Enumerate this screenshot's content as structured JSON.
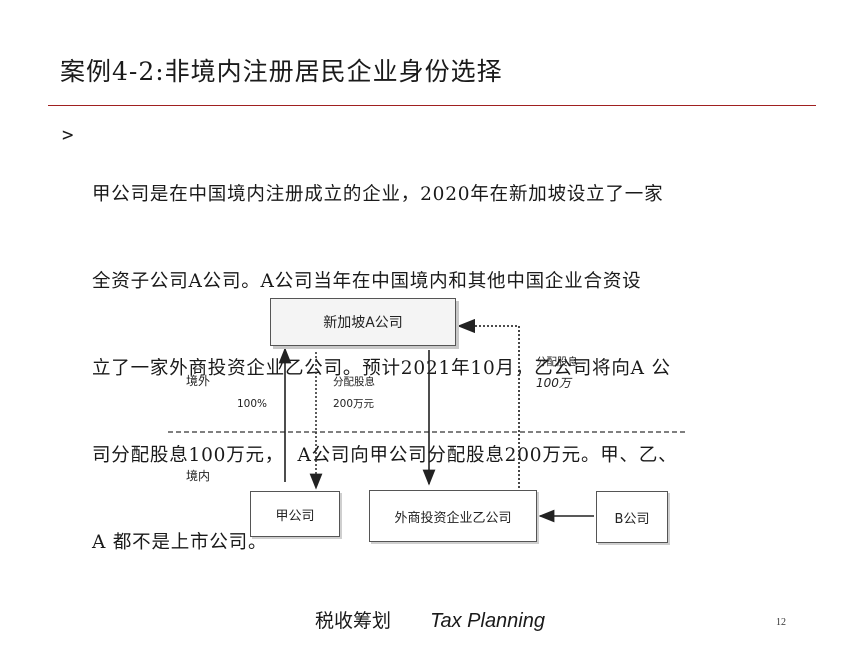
{
  "slide": {
    "title": "案例4-2:非境内注册居民企业身份选择",
    "bullet_marker": ">",
    "body": "甲公司是在中国境内注册成立的企业，2020年在新加坡设立了一家全资子公司A公司。A公司当年在中国境内和其他中国企业合资设立了一家外商投资企业乙公司。预计2021年10月，乙公司将向A 公司分配股息100万元，  A公司向甲公司分配股息200万元。甲、乙、A 都不是上市公司。",
    "body_lines": [
      "甲公司是在中国境内注册成立的企业，2020年在新加坡设立了一家",
      "全资子公司A公司。A公司当年在中国境内和其他中国企业合资设",
      "立了一家外商投资企业乙公司。预计2021年10月，乙公司将向A 公",
      "司分配股息100万元，  A公司向甲公司分配股息200万元。甲、乙、",
      "A 都不是上市公司。"
    ]
  },
  "diagram": {
    "nodes": {
      "singapore_a": "新加坡A公司",
      "jia": "甲公司",
      "yi": "外商投资企业乙公司",
      "b": "B公司"
    },
    "regions": {
      "overseas": "境外",
      "domestic": "境内"
    },
    "edges": {
      "ownership_pct": "100%",
      "dividend_a_to_jia_label": "分配股息",
      "dividend_a_to_jia_amount": "200万元",
      "dividend_yi_to_a_label": "分配股息",
      "dividend_yi_to_a_amount": "100万"
    }
  },
  "footer": {
    "cn": "税收筹划",
    "en": "Tax Planning",
    "page": "12"
  }
}
